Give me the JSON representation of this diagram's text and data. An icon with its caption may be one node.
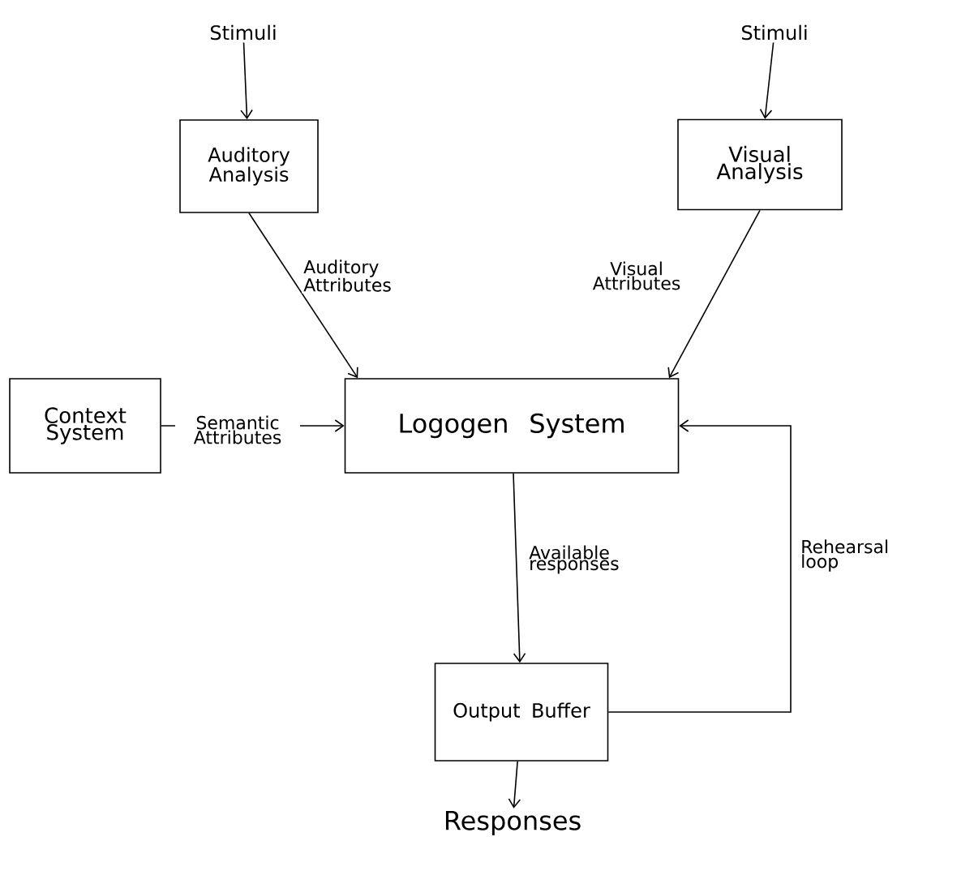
{
  "diagram": {
    "nodes": [
      {
        "text": [
          "Stimuli"
        ]
      },
      {
        "text": [
          "Stimuli"
        ]
      },
      {
        "text": [
          "Auditory Analysis"
        ]
      },
      {
        "text": [
          "Visual Analysis"
        ]
      },
      {
        "text": [
          "Context System"
        ]
      },
      {
        "text": [
          "Logogen System"
        ]
      },
      {
        "text": [
          "Output Buffer"
        ]
      },
      {
        "text": [
          "Responses"
        ]
      }
    ],
    "edges": [
      {
        "from": 0,
        "to": 2,
        "arrow": "to"
      },
      {
        "from": 1,
        "to": 3,
        "arrow": "to"
      },
      {
        "from": 2,
        "to": 5,
        "arrow": "to",
        "label": "Auditory Attributes"
      },
      {
        "from": 3,
        "to": 5,
        "arrow": "to",
        "label": "Visual Attributes"
      },
      {
        "from": 4,
        "to": 5,
        "arrow": "to",
        "label": "Semantic Attributes"
      },
      {
        "from": 5,
        "to": 6,
        "arrow": "to",
        "label": "Available responses"
      },
      {
        "from": 6,
        "to": 5,
        "arrow": "to",
        "label": "Rehearsal loop"
      },
      {
        "from": 6,
        "to": 7,
        "arrow": "to"
      }
    ]
  }
}
